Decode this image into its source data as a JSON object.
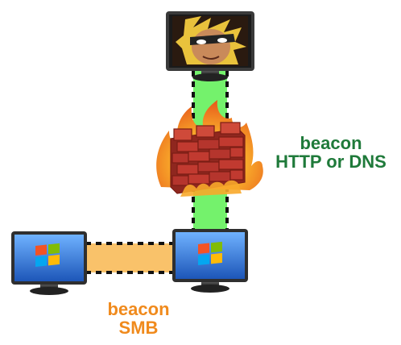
{
  "http_label": {
    "line1": "beacon",
    "line2": "HTTP or DNS",
    "color": "#1f7a3a"
  },
  "smb_label": {
    "line1": "beacon",
    "line2": "SMB",
    "color": "#f08a1c"
  },
  "colors": {
    "http_channel": "#74f26c",
    "smb_channel": "#f9c26a",
    "firewall_brick": "#b5352d",
    "flame": "#f3921d",
    "monitor_frame": "#3a3a3a",
    "screen_blue": "#2b74d4"
  },
  "icons": {
    "attacker_monitor": "attacker-avatar-monitor",
    "windows_logo": "windows-logo",
    "firewall": "firewall-flames"
  }
}
